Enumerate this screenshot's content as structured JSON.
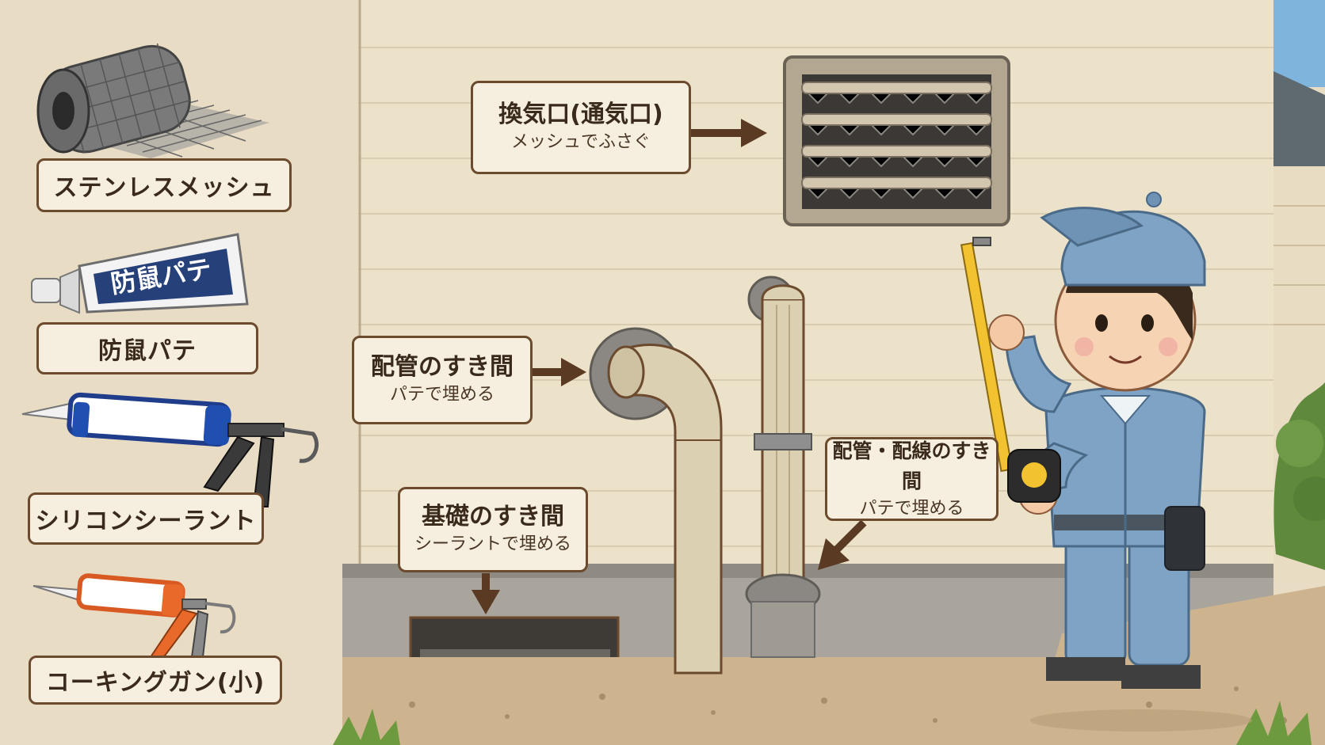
{
  "tools": [
    {
      "name": "ステンレスメッシュ"
    },
    {
      "name": "防鼠パテ"
    },
    {
      "name": "シリコンシーラント"
    },
    {
      "name": "コーキングガン(小)"
    }
  ],
  "putty_tube_text": "防鼠パテ",
  "callouts": [
    {
      "title": "換気口(通気口)",
      "sub": "メッシュでふさぐ"
    },
    {
      "title": "配管のすき間",
      "sub": "パテで埋める"
    },
    {
      "title": "基礎のすき間",
      "sub": "シーラントで埋める"
    },
    {
      "title": "配管・配線のすき間",
      "sub": "パテで埋める"
    }
  ],
  "colors": {
    "wall": "#ece1c9",
    "outline": "#6b4a2d",
    "label_bg": "#f6efdf",
    "arrow": "#5a3a22",
    "uniform": "#7fa3c4"
  }
}
